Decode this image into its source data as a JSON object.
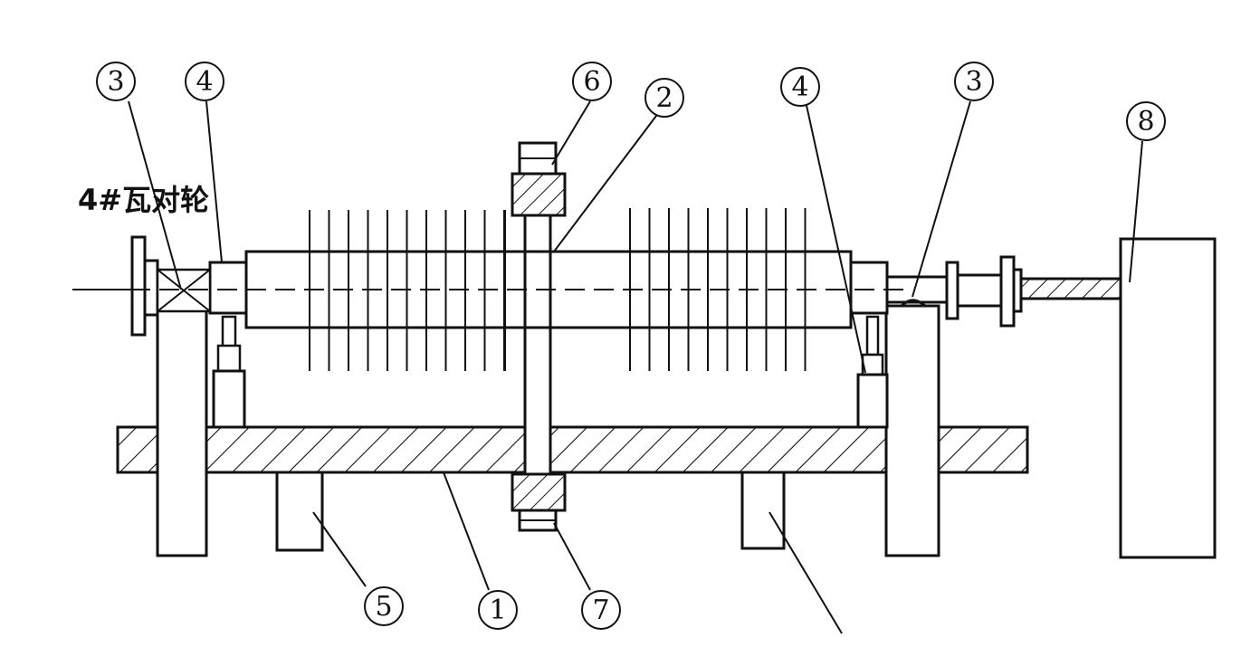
{
  "diagram": {
    "label": "4#瓦对轮",
    "callouts": [
      {
        "id": "3-left",
        "text": "3"
      },
      {
        "id": "4-left",
        "text": "4"
      },
      {
        "id": "6",
        "text": "6"
      },
      {
        "id": "2",
        "text": "2"
      },
      {
        "id": "4-right",
        "text": "4"
      },
      {
        "id": "3-right",
        "text": "3"
      },
      {
        "id": "8",
        "text": "8"
      },
      {
        "id": "5",
        "text": "5"
      },
      {
        "id": "1",
        "text": "1"
      },
      {
        "id": "7",
        "text": "7"
      }
    ],
    "colors": {
      "ink": "#111111",
      "background": "#ffffff"
    }
  }
}
